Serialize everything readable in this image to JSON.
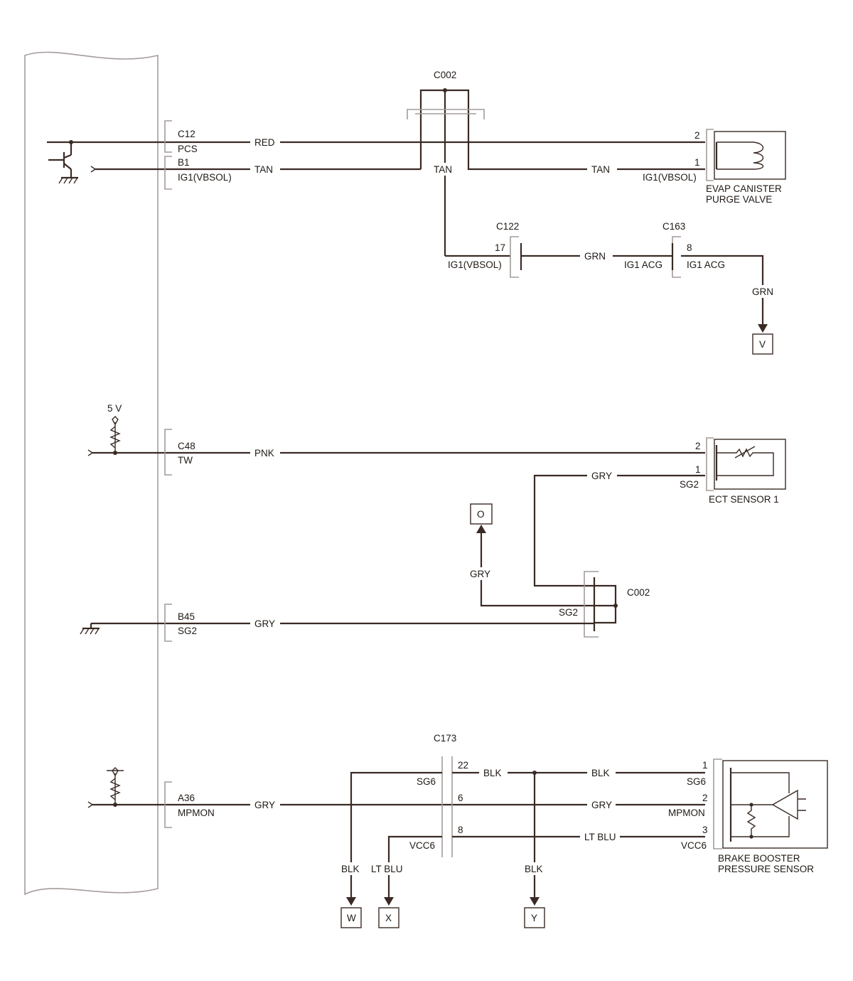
{
  "connectors": {
    "c002_top": "C002",
    "c002_mid": "C002",
    "c122": "C122",
    "c163": "C163",
    "c173": "C173"
  },
  "ecm_pins": {
    "c12": "C12",
    "pcs": "PCS",
    "b1": "B1",
    "ig1_vbsol": "IG1(VBSOL)",
    "c48": "C48",
    "tw": "TW",
    "b45": "B45",
    "sg2": "SG2",
    "a36": "A36",
    "mpmon": "MPMON"
  },
  "wire_colors": {
    "red": "RED",
    "tan_1": "TAN",
    "tan_2": "TAN",
    "tan_3": "TAN",
    "grn_1": "GRN",
    "grn_2": "GRN",
    "pnk": "PNK",
    "gry_1": "GRY",
    "gry_2": "GRY",
    "gry_3": "GRY",
    "gry_4": "GRY",
    "gry_5": "GRY",
    "blk_1": "BLK",
    "blk_2": "BLK",
    "blk_3": "BLK",
    "blk_4": "BLK",
    "ltblu_1": "LT BLU",
    "ltblu_2": "LT BLU"
  },
  "pin_labels": {
    "purge_2": "2",
    "purge_1": "1",
    "purge_ig1": "IG1(VBSOL)",
    "c122_17": "17",
    "c122_ig1": "IG1(VBSOL)",
    "c163_8": "8",
    "c163_ig1acg_left": "IG1 ACG",
    "c163_ig1acg_right": "IG1 ACG",
    "ect_2": "2",
    "ect_1": "1",
    "ect_sg2": "SG2",
    "c002_sg2": "SG2",
    "c173_22": "22",
    "c173_6": "6",
    "c173_8": "8",
    "c173_sg6": "SG6",
    "c173_vcc6": "VCC6",
    "bb_1": "1",
    "bb_2": "2",
    "bb_3": "3",
    "bb_sg6": "SG6",
    "bb_mpmon": "MPMON",
    "bb_vcc6": "VCC6"
  },
  "components": {
    "evap_line1": "EVAP CANISTER",
    "evap_line2": "PURGE VALVE",
    "ect": "ECT SENSOR 1",
    "brake_line1": "BRAKE BOOSTER",
    "brake_line2": "PRESSURE SENSOR"
  },
  "voltage": "5 V",
  "refs": {
    "v": "V",
    "o": "O",
    "w": "W",
    "x": "X",
    "y": "Y"
  }
}
